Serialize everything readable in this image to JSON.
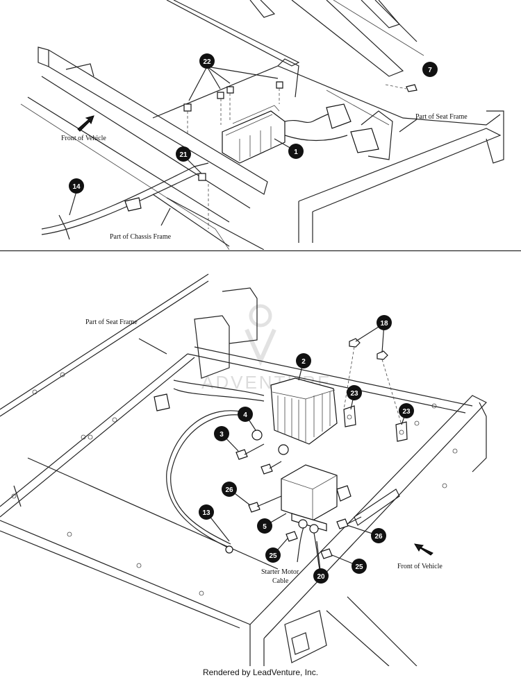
{
  "top_panel": {
    "labels": {
      "front_of_vehicle": "Front of Vehicle",
      "seat_frame": "Part of Seat Frame",
      "chassis_frame": "Part of Chassis Frame"
    },
    "callouts": [
      "22",
      "7",
      "21",
      "1",
      "14"
    ]
  },
  "bottom_panel": {
    "labels": {
      "seat_frame": "Part of Seat Frame",
      "front_of_vehicle": "Front of Vehicle",
      "starter_motor_cable_line1": "Starter Motor",
      "starter_motor_cable_line2": "Cable"
    },
    "watermark": "ADVENTURE",
    "callouts": [
      "18",
      "2",
      "23",
      "23",
      "4",
      "3",
      "26",
      "13",
      "5",
      "26",
      "25",
      "20",
      "25"
    ]
  },
  "footer": {
    "text": "Rendered by LeadVenture, Inc."
  },
  "colors": {
    "line": "#222222",
    "callout_fill": "#111111",
    "background": "#ffffff"
  }
}
